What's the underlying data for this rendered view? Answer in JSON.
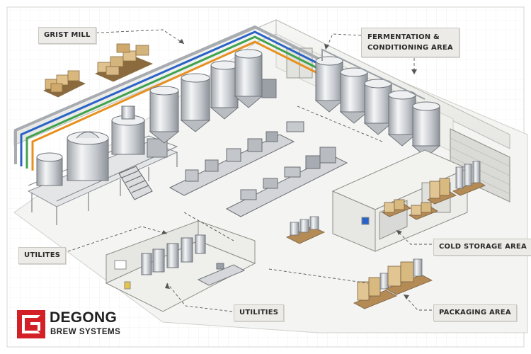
{
  "labels": {
    "grist_mill": "GRIST MILL",
    "fermentation_line1": "FERMENTATION &",
    "fermentation_line2": "CONDITIONING AREA",
    "utilities_left": "UTILITES",
    "utilities_bottom": "UTILITIES",
    "cold_storage": "COLD STORAGE AREA",
    "packaging": "PACKAGING AREA"
  },
  "logo": {
    "name": "DEGONG",
    "subtitle": "BREW SYSTEMS",
    "color": "#d32027"
  },
  "colors": {
    "pipe_blue": "#2a63c7",
    "pipe_green": "#3fa34d",
    "pipe_orange": "#e8901f",
    "steel": "#c9ccd0",
    "floor": "#f3f3f1"
  }
}
